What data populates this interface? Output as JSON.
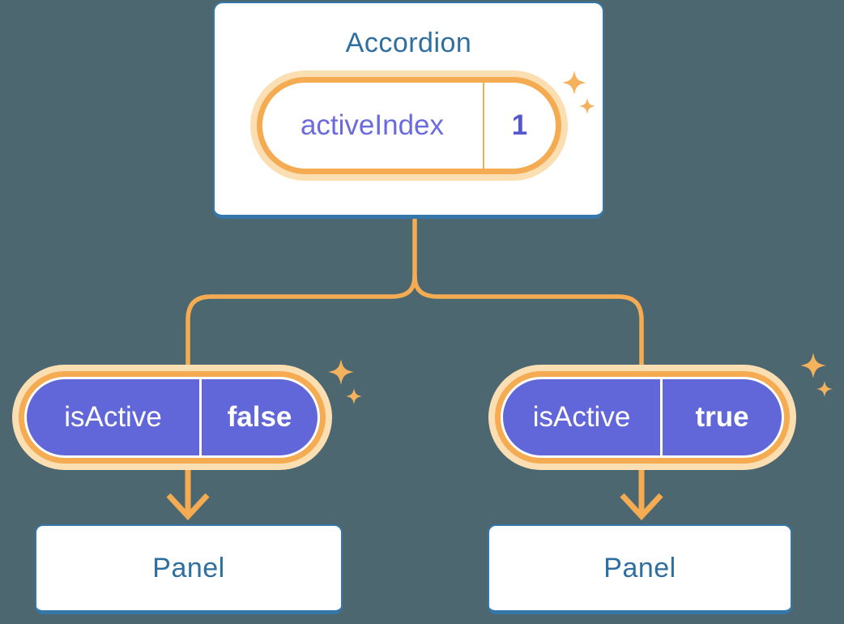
{
  "colors": {
    "background": "#4D6770",
    "card": "#FFFFFF",
    "blue-border": "#3577A8",
    "blue-text": "#2F6F9F",
    "orange": "#F4AB52",
    "orange-halo": "#FBDFB2",
    "sparkle": "#F5B25C",
    "purple": "#6166D9",
    "purple-text": "#6B6BDF",
    "purple-value": "#5457CE",
    "white-text": "#FFFFFF"
  },
  "accordion": {
    "title": "Accordion",
    "state_pill": {
      "label": "activeIndex",
      "value": "1"
    }
  },
  "children": [
    {
      "prop_pill": {
        "label": "isActive",
        "value": "false"
      },
      "panel_title": "Panel"
    },
    {
      "prop_pill": {
        "label": "isActive",
        "value": "true"
      },
      "panel_title": "Panel"
    }
  ]
}
